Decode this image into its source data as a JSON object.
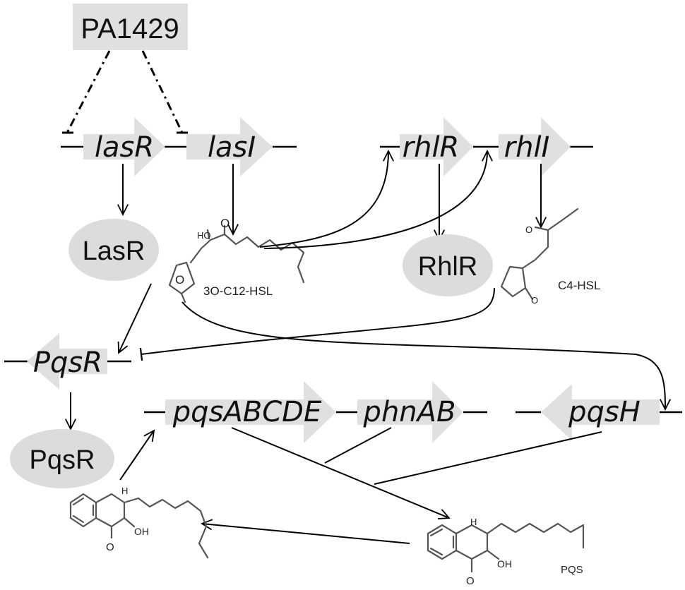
{
  "regulator": {
    "label": "PA1429"
  },
  "genes": {
    "lasR": "lasR",
    "lasI": "lasI",
    "rhlR": "rhlR",
    "rhlI": "rhlI",
    "pqsR_gene": "PqsR",
    "pqsABCDE": "pqsABCDE",
    "phnAB": "phnAB",
    "pqsH": "pqsH"
  },
  "proteins": {
    "LasR": "LasR",
    "RhlR": "RhlR",
    "PqsR": "PqsR"
  },
  "molecules": {
    "c12": "3O-C12-HSL",
    "c4": "C4-HSL",
    "pqs": "PQS",
    "hetero_h": "H",
    "oh": "OH",
    "o": "O"
  },
  "colors": {
    "box": "#e0e0e0",
    "ellipse": "#dcdcdc",
    "line": "#000000",
    "molecule": "#555555"
  }
}
